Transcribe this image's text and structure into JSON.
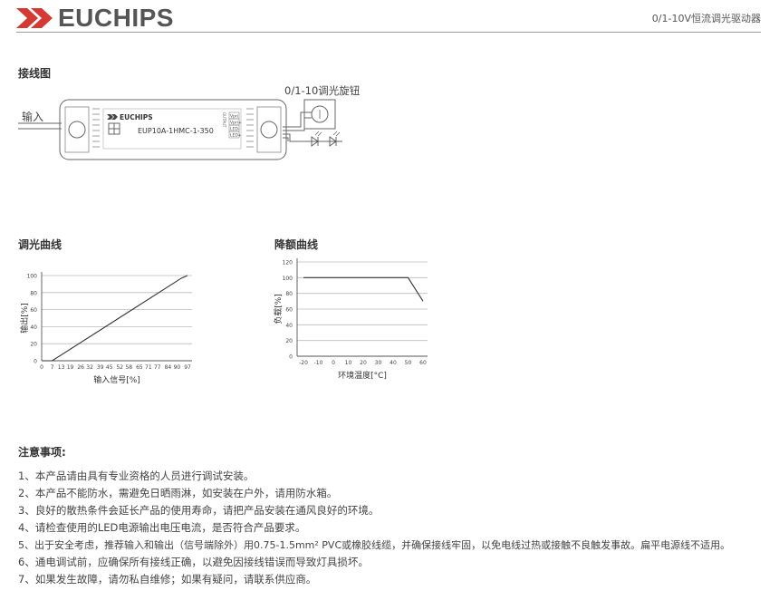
{
  "header": {
    "brand": "EUCHIPS",
    "doc_title": "0/1-10V恒流调光驱动器"
  },
  "colors": {
    "brand_red": "#d43a33",
    "text": "#333333",
    "rule": "#9a9a9a"
  },
  "wiring": {
    "title": "接线图",
    "input_label": "输入",
    "knob_label": "0/1-10调光旋钮",
    "device_brand": "EUCHIPS",
    "model": "EUP10A-1HMC-1-350",
    "output_side": "OUTPUT",
    "terminals": [
      "Vpri",
      "Vpri+",
      "LED-",
      "LED+"
    ]
  },
  "charts": {
    "dimming": {
      "title": "调光曲线",
      "xlabel": "输入信号[%]",
      "ylabel": "输出[%]"
    },
    "derating": {
      "title": "降额曲线",
      "xlabel": "环境温度[°C]",
      "ylabel": "负载[%]"
    }
  },
  "chart_data": [
    {
      "type": "line",
      "title": "调光曲线",
      "xlabel": "输入信号[%]",
      "ylabel": "输出[%]",
      "x_ticks": [
        "0",
        "7",
        "13",
        "19",
        "26",
        "32",
        "39",
        "45",
        "52",
        "58",
        "65",
        "71",
        "77",
        "84",
        "90",
        "97"
      ],
      "y_ticks": [
        "0",
        "20",
        "40",
        "60",
        "80",
        "100"
      ],
      "ylim": [
        0,
        100
      ],
      "grid": true,
      "series": [
        {
          "x": [
            0,
            7,
            93,
            97
          ],
          "y": [
            0,
            0,
            97,
            100
          ]
        }
      ]
    },
    {
      "type": "line",
      "title": "降额曲线",
      "xlabel": "环境温度[°C]",
      "ylabel": "负载[%]",
      "x_ticks": [
        "-20",
        "-10",
        "0",
        "10",
        "20",
        "30",
        "40",
        "50",
        "60"
      ],
      "y_ticks": [
        "0",
        "20",
        "40",
        "60",
        "80",
        "100",
        "120"
      ],
      "xlim": [
        -20,
        60
      ],
      "ylim": [
        0,
        120
      ],
      "grid": true,
      "series": [
        {
          "x": [
            -20,
            50,
            60
          ],
          "y": [
            100,
            100,
            70
          ]
        }
      ]
    }
  ],
  "notes": {
    "title": "注意事项:",
    "items": [
      "1、本产品请由具有专业资格的人员进行调试安装。",
      "2、本产品不能防水，需避免日晒雨淋，如安装在户外，请用防水箱。",
      "3、良好的散热条件会延长产品的使用寿命，请把产品安装在通风良好的环境。",
      "4、请检查使用的LED电源输出电压电流，是否符合产品要求。",
      "5、出于安全考虑，推荐输入和输出（信号端除外）用0.75-1.5mm² PVC或橡胶线缆，并确保接线牢固，以免电线过热或接触不良触发事故。扁平电源线不适用。",
      "6、通电调试前，应确保所有接线正确，以避免因接线错误而导致灯具损坏。",
      "7、如果发生故障，请勿私自维修；如果有疑问，请联系供应商。"
    ]
  }
}
